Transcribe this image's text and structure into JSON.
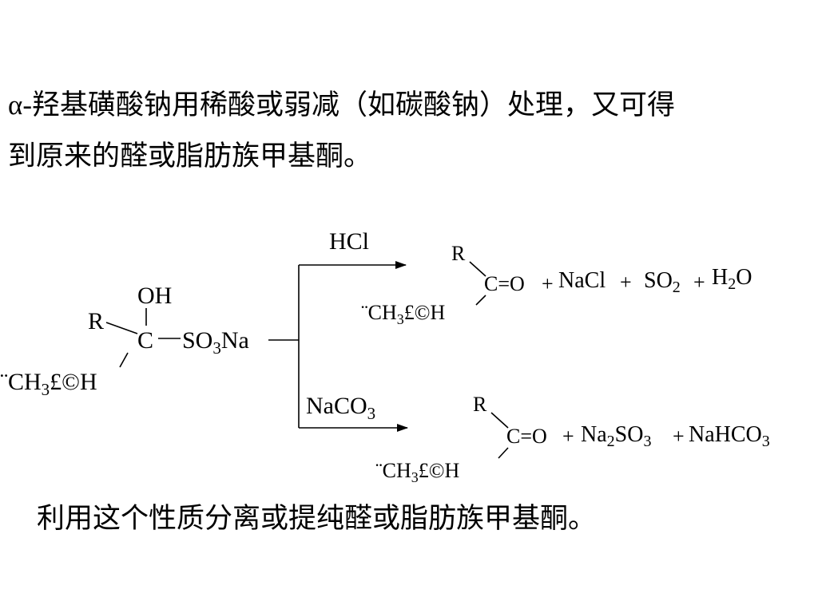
{
  "text": {
    "para_line1": "α-羟基磺酸钠用稀酸或弱减（如碳酸钠）处理，又可得",
    "para_line2": "到原来的醛或脂肪族甲基酮。",
    "bottom": "利用这个性质分离或提纯醛或脂肪族甲基酮。"
  },
  "reactant": {
    "oh": "OH",
    "r": "R",
    "c": "C",
    "so3na_prefix": "SO",
    "so3na_sub": "3",
    "so3na_suffix": "Na",
    "h_group": "¨CH",
    "h_group_sub": "3",
    "h_group_tail": "£©H"
  },
  "reagents": {
    "top": "HCl",
    "bottom_prefix": "NaCO",
    "bottom_sub": "3"
  },
  "product_top": {
    "r": "R",
    "co": "C=O",
    "plus": "+",
    "nacl": "NaCl",
    "so2_prefix": "SO",
    "so2_sub": "2",
    "h2o_prefix": "H",
    "h2o_sub": "2",
    "h2o_suffix": "O",
    "h_group": "¨CH",
    "h_group_sub": "3",
    "h_group_tail": "£©H"
  },
  "product_bottom": {
    "r": "R",
    "co": "C=O",
    "plus": "+",
    "na2so3_a": "Na",
    "na2so3_sub1": "2",
    "na2so3_b": "SO",
    "na2so3_sub2": "3",
    "nahco3_prefix": "NaHCO",
    "nahco3_sub": "3",
    "h_group": "¨CH",
    "h_group_sub": "3",
    "h_group_tail": "£©H"
  }
}
